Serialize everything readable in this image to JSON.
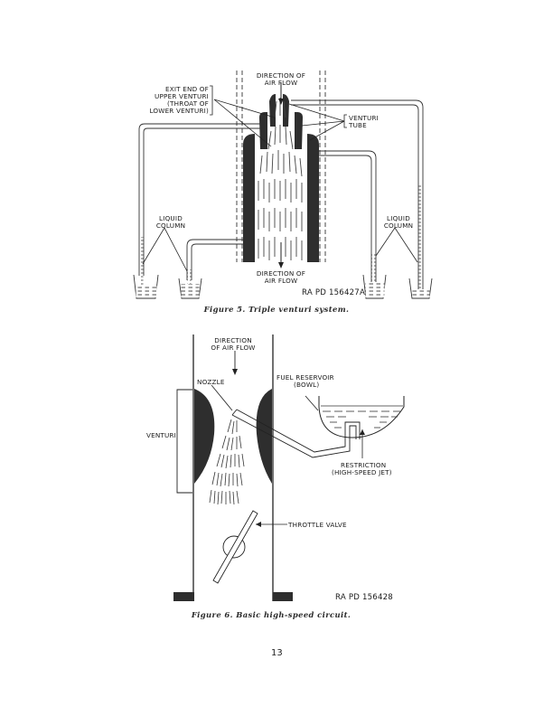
{
  "page": {
    "number": "13"
  },
  "figure5": {
    "caption": "Figure 5.   Triple venturi system.",
    "ref": "RA PD  156427A",
    "labels": {
      "direction_top_1": "DIRECTION OF",
      "direction_top_2": "AIR FLOW",
      "exit_end_1": "EXIT END OF",
      "exit_end_2": "UPPER VENTURI",
      "exit_end_3": "(THROAT OF",
      "exit_end_4": "LOWER VENTURI)",
      "venturi_tube_1": "VENTURI",
      "venturi_tube_2": "TUBE",
      "liquid_left_1": "LIQUID",
      "liquid_left_2": "COLUMN",
      "liquid_right_1": "LIQUID",
      "liquid_right_2": "COLUMN",
      "direction_bottom_1": "DIRECTION OF",
      "direction_bottom_2": "AIR FLOW"
    }
  },
  "figure6": {
    "caption": "Figure 6.   Basic high-speed circuit.",
    "ref": "RA  PD  156428",
    "labels": {
      "direction_1": "DIRECTION",
      "direction_2": "OF AIR FLOW",
      "nozzle": "NOZZLE",
      "venturi": "VENTURI",
      "fuel_reservoir_1": "FUEL RESERVOIR",
      "fuel_reservoir_2": "(BOWL)",
      "restriction_1": "RESTRICTION",
      "restriction_2": "(HIGH-SPEED JET)",
      "throttle_valve": "THROTTLE VALVE"
    }
  }
}
